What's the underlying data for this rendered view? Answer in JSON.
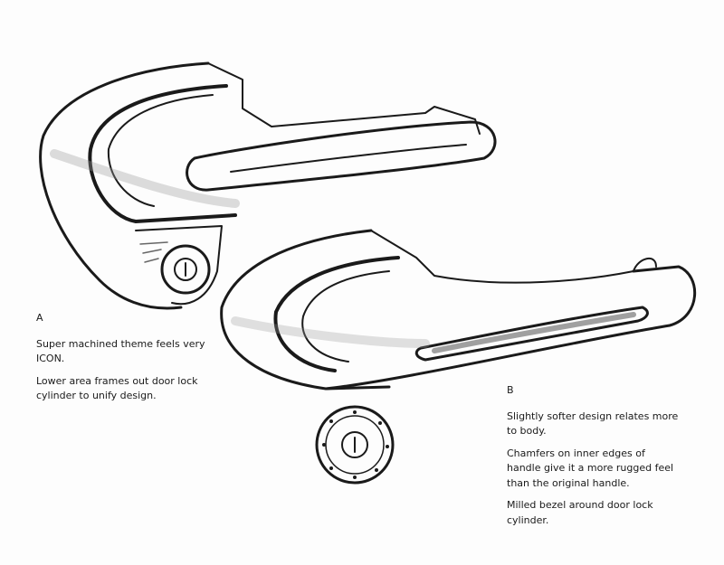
{
  "concept_a": {
    "label": "A",
    "paragraphs": [
      "Super machined theme feels very ICON.",
      "Lower area frames out door lock cylinder to unify design."
    ]
  },
  "concept_b": {
    "label": "B",
    "paragraphs": [
      "Slightly softer design relates more to body.",
      "Chamfers on inner edges of handle give it a more rugged feel than the original handle.",
      "Milled bezel around door lock cylinder."
    ]
  },
  "colors": {
    "ink": "#1a1a1a",
    "paper": "#fdfdfd",
    "shade": "#9a9a9a"
  }
}
